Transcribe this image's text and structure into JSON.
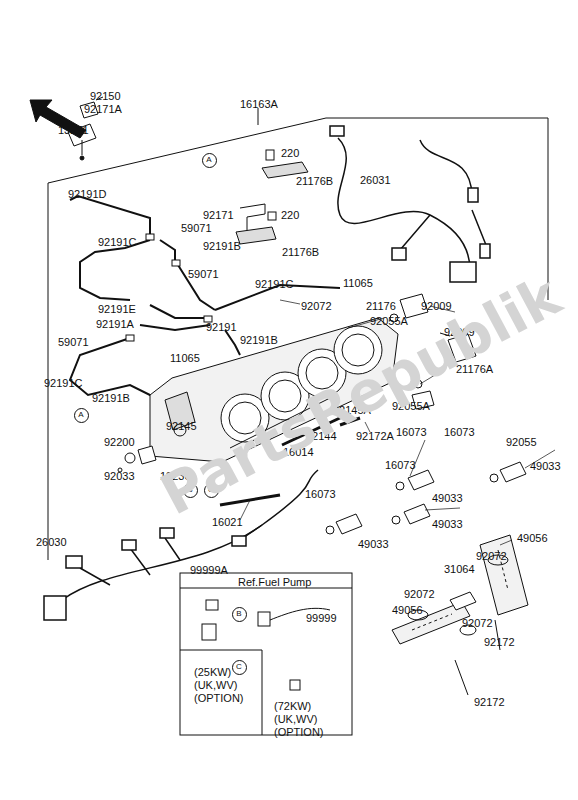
{
  "diagram": {
    "nodes": [
      {
        "text": [
          "A"
        ]
      },
      {
        "text": [
          "A"
        ]
      },
      {
        "text": [
          "B"
        ]
      },
      {
        "text": [
          "C"
        ]
      },
      {
        "text": [
          "B"
        ]
      },
      {
        "text": [
          "C"
        ]
      }
    ],
    "labels": [
      "92150",
      "92171A",
      "13271",
      "16163A",
      "220",
      "21176B",
      "92191D",
      "92171",
      "220",
      "26031",
      "59071",
      "92191B",
      "21176B",
      "92191C",
      "59071",
      "92191C",
      "11065",
      "92072",
      "21176",
      "92009",
      "92055A",
      "92191E",
      "92191",
      "92191B",
      "92191A",
      "59071",
      "11065",
      "92009",
      "21176A",
      "92191C",
      "92191B",
      "92055A",
      "92145A",
      "92145",
      "92144",
      "92172A",
      "16073",
      "16073",
      "92200",
      "92055",
      "16014",
      "16073",
      "49033",
      "92033",
      "13236",
      "16073",
      "49033",
      "16021",
      "49033",
      "49033",
      "49056",
      "26030",
      "92072",
      "31064",
      "99999A",
      "Ref.Fuel Pump",
      "99999",
      "92072",
      "49056",
      "92072",
      "92172",
      "92172",
      "(25KW)",
      "(UK,WV)",
      "(OPTION)",
      "(72KW)",
      "(UK,WV)",
      "(OPTION)",
      "PartsRepublik"
    ]
  }
}
